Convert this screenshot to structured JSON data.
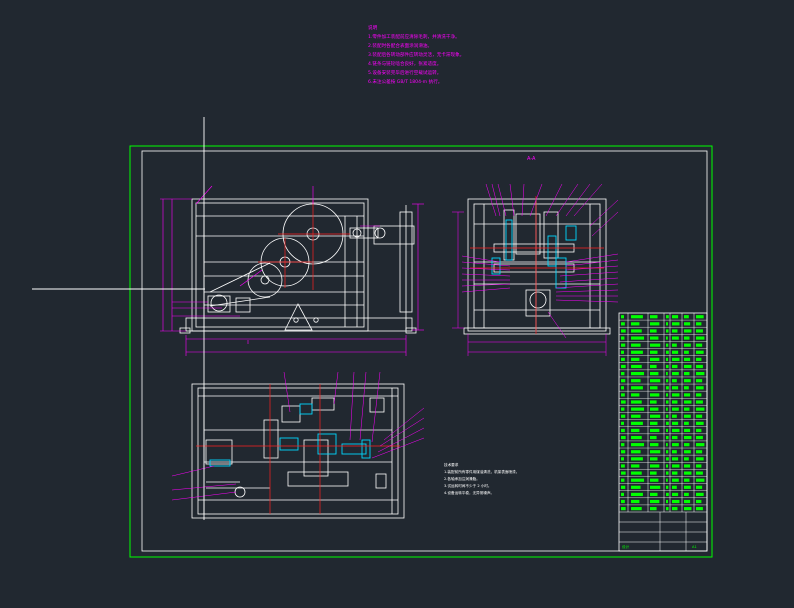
{
  "app": {
    "background": "#212830",
    "colors": {
      "outline": "#ffffff",
      "dimension": "#ff00ff",
      "sheet_border": "#00ff00",
      "crosshair": "#ffffff",
      "part_accent": "#00d8ff",
      "part_red": "#ff2020",
      "note_text": "#ff00ff"
    }
  },
  "notes_top": {
    "title": "说明",
    "lines": [
      "1.零件加工装配前应清除毛刺，并清洗干净。",
      "2.装配时各配合表面涂润滑油。",
      "3.装配后各转动部件应转动灵活，无卡滞现象。",
      "4.链条与链轮啮合良好，张紧适度。",
      "5.设备安装完毕后进行空载试运转。",
      "6.未注公差按 GB/T 1804-m 执行。"
    ]
  },
  "side_view": {
    "title": "A-A"
  },
  "notes_bottom": {
    "title": "技术要求",
    "lines": [
      "1.装配前所有零件用煤油清洗，机架表面喷漆。",
      "2.各轴承加注润滑脂。",
      "3.试运转时间不少于 2 小时。",
      "4.设备运转平稳，无异常噪声。"
    ]
  },
  "title_block": {
    "rows": 28,
    "footer_left": "设计",
    "footer_right": "A1"
  }
}
